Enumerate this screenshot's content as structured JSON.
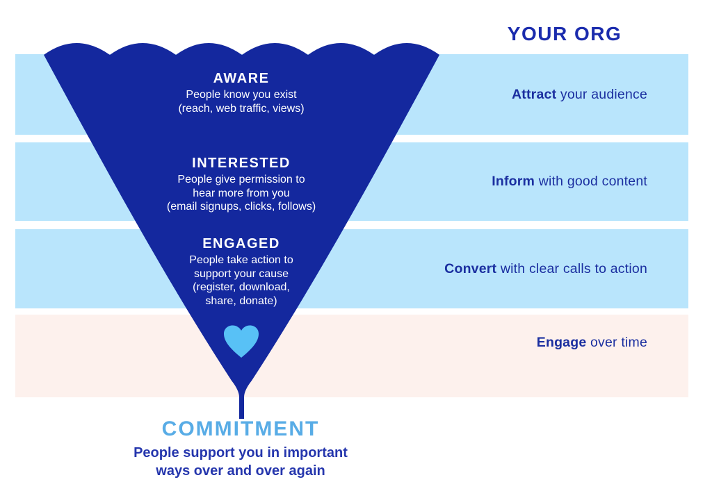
{
  "header": {
    "org_label": "YOUR ORG"
  },
  "funnel_stages": [
    {
      "title": "AWARE",
      "description": "People know you exist\n(reach, web traffic, views)"
    },
    {
      "title": "INTERESTED",
      "description": "People give permission to\nhear more from you\n(email signups, clicks, follows)"
    },
    {
      "title": "ENGAGED",
      "description": "People take action to\nsupport your cause\n(register, download,\nshare, donate)"
    }
  ],
  "org_actions": [
    {
      "emphasis": "Attract",
      "rest": " your audience"
    },
    {
      "emphasis": "Inform",
      "rest": " with good content"
    },
    {
      "emphasis": "Convert",
      "rest": " with clear calls to action"
    },
    {
      "emphasis": "Engage",
      "rest": " over time"
    }
  ],
  "commitment": {
    "title": "COMMITMENT",
    "description": "People support you in important\nways over and over again"
  },
  "colors": {
    "funnel_blue": "#14289e",
    "band_light_blue": "#b9e5fc",
    "band_light_pink": "#fdf1ed",
    "label_navy": "#1b2fa0",
    "org_title_navy": "#1a2bad",
    "commitment_sky_blue": "#58ace6",
    "heart_sky_blue": "#58c1f6",
    "funnel_text_white": "#ffffff"
  },
  "icons": {
    "heart": "heart-icon"
  }
}
